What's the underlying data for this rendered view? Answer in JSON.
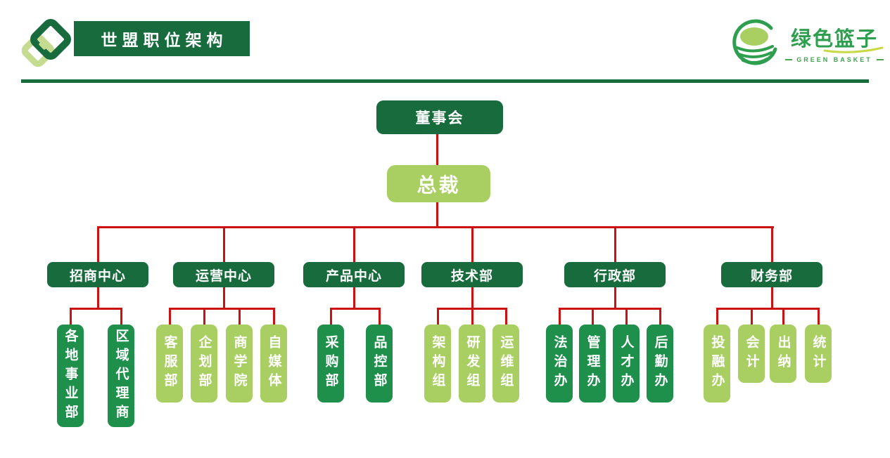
{
  "header": {
    "title": "世盟职位架构",
    "brand_name": "绿色篮子",
    "brand_subtitle": "GREEN BASKET"
  },
  "colors": {
    "dark_green": "#176B3C",
    "medium_green": "#1F8F4C",
    "light_green": "#A9CF63",
    "connector_red": "#CC1111"
  },
  "org": {
    "board": "董事会",
    "president": "总裁",
    "departments": [
      {
        "label": "招商中心",
        "children": [
          "各地事业部",
          "区域代理商"
        ]
      },
      {
        "label": "运营中心",
        "children": [
          "客服部",
          "企划部",
          "商学院",
          "自媒体"
        ]
      },
      {
        "label": "产品中心",
        "children": [
          "采购部",
          "品控部"
        ]
      },
      {
        "label": "技术部",
        "children": [
          "架构组",
          "研发组",
          "运维组"
        ]
      },
      {
        "label": "行政部",
        "children": [
          "法治办",
          "管理办",
          "人才办",
          "后勤办"
        ]
      },
      {
        "label": "财务部",
        "children": [
          "投融办",
          "会计",
          "出纳",
          "统计"
        ]
      }
    ]
  }
}
